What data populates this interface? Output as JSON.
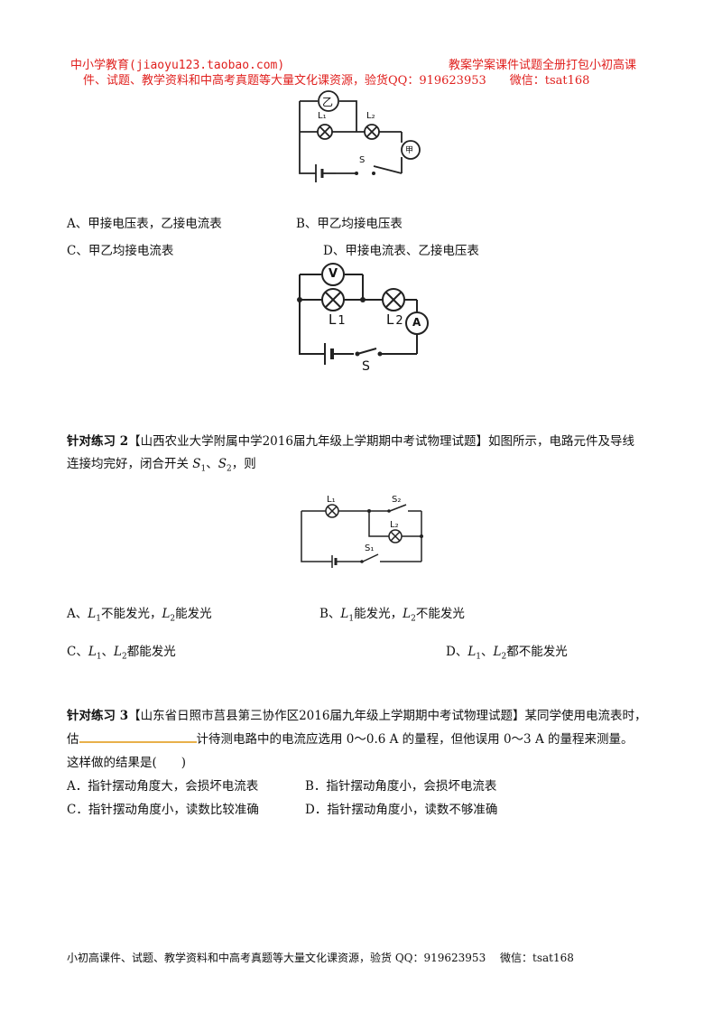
{
  "header": {
    "left": "中小学教育(jiaoyu123.taobao.com)",
    "right": "教案学案课件试题全册打包小初高课",
    "line2": "件、试题、教学资料和中高考真题等大量文化课资源，验货QQ：919623953　　微信：tsat168"
  },
  "q1": {
    "fig_labels": {
      "yi": "乙",
      "l1": "L₁",
      "l2": "L₂",
      "jia": "甲",
      "s": "S"
    },
    "options": {
      "a": "A、甲接电压表，乙接电流表",
      "b": "B、甲乙均接电压表",
      "c": "C、甲乙均接电流表",
      "d": "D、甲接电流表、乙接电压表"
    }
  },
  "q1b": {
    "fig_labels": {
      "v": "V",
      "l1": "L",
      "l1sub": "1",
      "l2": "L",
      "l2sub": "2",
      "a": "A",
      "s": "S"
    }
  },
  "q2": {
    "title": "针对练习 2",
    "source": "【山西农业大学附属中学2016届九年级上学期期中考试物理试题】",
    "stem_tail": "如图所示，电路元件及导线",
    "stem2_pre": "连接均完好，闭合开关",
    "s1": "S",
    "s1sub": "1",
    "sep": "、",
    "s2": "S",
    "s2sub": "2",
    "stem2_post": "，则",
    "fig_labels": {
      "l1": "L₁",
      "s2": "S₂",
      "l2": "L₂",
      "s1": "S₁"
    },
    "options": {
      "a_pre": "A、",
      "a_l1": "L",
      "a_l1s": "1",
      "a_mid": "不能发光，",
      "a_l2": "L",
      "a_l2s": "2",
      "a_post": "能发光",
      "b_pre": "B、",
      "b_l1": "L",
      "b_l1s": "1",
      "b_mid": "能发光，",
      "b_l2": "L",
      "b_l2s": "2",
      "b_post": "不能发光",
      "c_pre": "C、",
      "c_l1": "L",
      "c_l1s": "1",
      "c_mid": "、",
      "c_l2": "L",
      "c_l2s": "2",
      "c_post": "都能发光",
      "d_pre": "D、",
      "d_l1": "L",
      "d_l1s": "1",
      "d_mid": "、",
      "d_l2": "L",
      "d_l2s": "2",
      "d_post": "都不能发光"
    }
  },
  "q3": {
    "title": "针对练习 3",
    "source": "【山东省日照市莒县第三协作区2016届九年级上学期期中考试物理试题】",
    "stem_tail": "某同学使用电流表时，",
    "line2_pre": "估",
    "line2_post": "计待测电路中的电流应选用 0～0.6 A 的量程，但他误用 0～3 A 的量程来测量。",
    "line3": "这样做的结果是(　　)",
    "options": {
      "a": "A．指针摆动角度大，会损坏电流表",
      "b": "B．指针摆动角度小，会损坏电流表",
      "c": "C．指针摆动角度小，读数比较准确",
      "d": "D．指针摆动角度小，读数不够准确"
    }
  },
  "footer": {
    "text": "小初高课件、试题、教学资料和中高考真题等大量文化课资源，验货 QQ：919623953　 微信：tsat168"
  }
}
